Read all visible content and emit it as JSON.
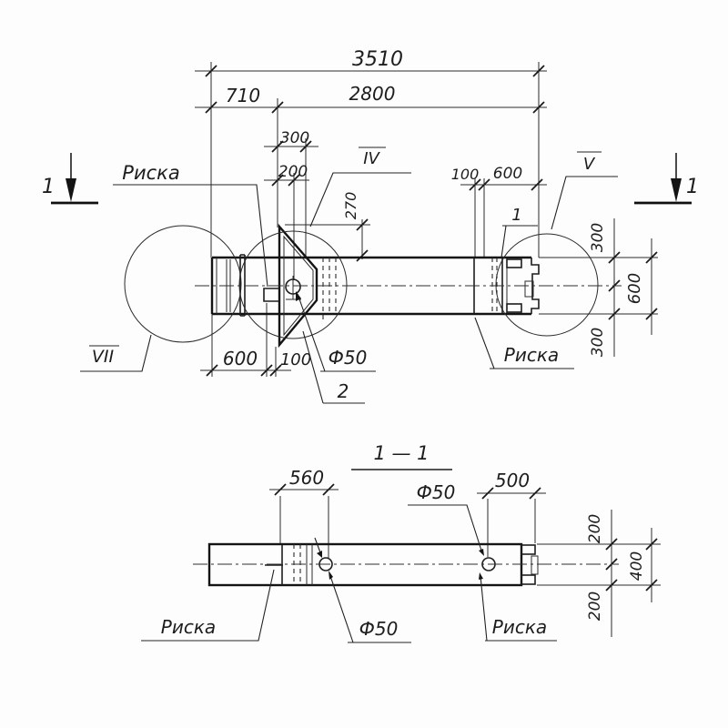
{
  "drawing": {
    "type": "technical blueprint, pole/beam fabrication drawing, hand-drafted GOST style",
    "ink_color": "#1d1d1d",
    "paper_color": "#fdfdfd",
    "top_view": {
      "dim_total": "3510",
      "dim_left_segment": "710",
      "dim_main_segment": "2800",
      "dim_gusset_width": "300",
      "dim_hole_offset": "200",
      "dim_gusset_height": "270",
      "dim_right_100": "100",
      "dim_right_600": "600",
      "dim_vert_300_top": "300",
      "dim_vert_600": "600",
      "dim_vert_300_bottom": "300",
      "dim_bottom_600": "600",
      "dim_bottom_100": "100",
      "hole_label": "Ф50",
      "mark_label_top_left": "Риска",
      "mark_label_right": "Риска",
      "detail_label_iv": "IV",
      "detail_label_v": "V",
      "detail_label_vii": "VII",
      "part_callout_1": "1",
      "part_callout_2": "2",
      "section_mark_left": "1",
      "section_mark_right": "1"
    },
    "section_view": {
      "title": "1 — 1",
      "dim_560": "560",
      "dim_500": "500",
      "dim_vert_200_top": "200",
      "dim_vert_400": "400",
      "dim_vert_200_bottom": "200",
      "hole_label_top": "Ф50",
      "hole_label_bottom": "Ф50",
      "mark_label_left": "Риска",
      "mark_label_right": "Риска"
    }
  }
}
